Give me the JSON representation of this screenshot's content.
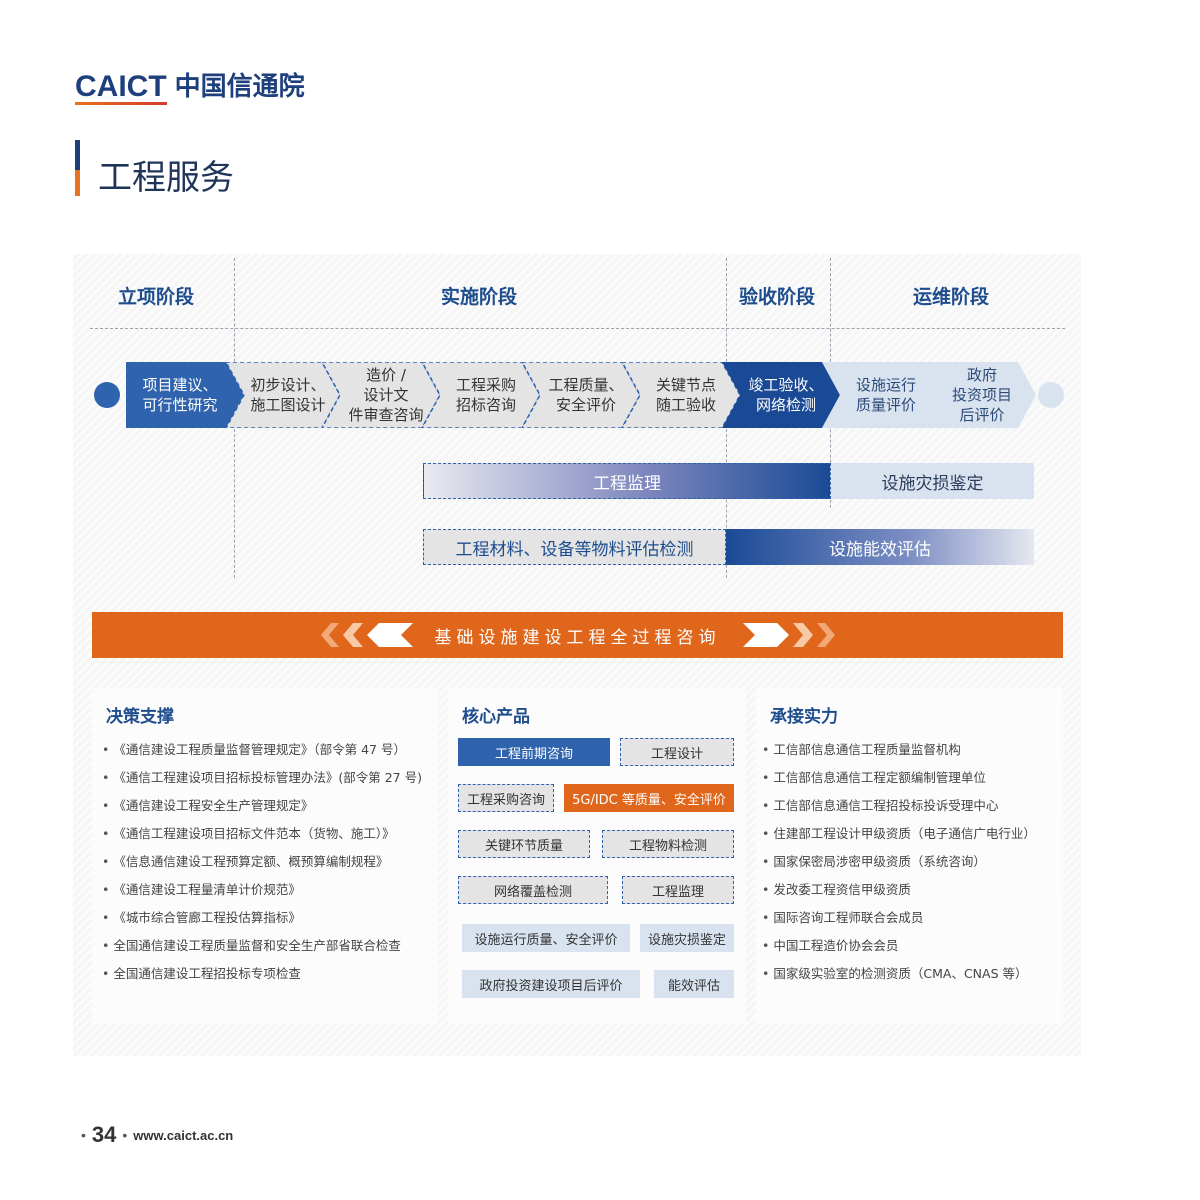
{
  "header": {
    "logo_en": "CAICT",
    "logo_cn": "中国信通院",
    "page_title": "工程服务"
  },
  "stages": [
    "立项阶段",
    "实施阶段",
    "验收阶段",
    "运维阶段"
  ],
  "process_steps": [
    "项目建议、\n可行性研究",
    "初步设计、\n施工图设计",
    "造价 /\n设计文\n件审查咨询",
    "工程采购\n招标咨询",
    "工程质量、\n安全评价",
    "关键节点\n随工验收",
    "竣工验收、\n网络检测",
    "设施运行\n质量评价",
    "政府\n投资项目\n后评价"
  ],
  "bars": {
    "supervision": "工程监理",
    "disaster": "设施灾损鉴定",
    "materials": "工程材料、设备等物料评估检测",
    "energy": "设施能效评估"
  },
  "banner": "基础设施建设工程全过程咨询",
  "decision": {
    "title": "决策支撑",
    "items": [
      "《通信建设工程质量监督管理规定》（部令第 47 号）",
      "《通信工程建设项目招标投标管理办法》(部令第 27 号)",
      "《通信建设工程安全生产管理规定》",
      "《通信工程建设项目招标文件范本（货物、施工）》",
      "《信息通信建设工程预算定额、概预算编制规程》",
      "《通信建设工程量清单计价规范》",
      "《城市综合管廊工程投估算指标》",
      "全国通信建设工程质量监督和安全生产部省联合检查",
      "全国通信建设工程招投标专项检查"
    ]
  },
  "products": {
    "title": "核心产品",
    "tags": [
      "工程前期咨询",
      "工程设计",
      "工程采购咨询",
      "5G/IDC 等质量、安全评价",
      "关键环节质量",
      "工程物料检测",
      "网络覆盖检测",
      "工程监理",
      "设施运行质量、安全评价",
      "设施灾损鉴定",
      "政府投资建设项目后评价",
      "能效评估"
    ]
  },
  "strength": {
    "title": "承接实力",
    "items": [
      "工信部信息通信工程质量监督机构",
      "工信部信息通信工程定额编制管理单位",
      "工信部信息通信工程招投标投诉受理中心",
      "住建部工程设计甲级资质（电子通信广电行业）",
      "国家保密局涉密甲级资质（系统咨询）",
      "发改委工程资信甲级资质",
      "国际咨询工程师联合会成员",
      "中国工程造价协会会员",
      "国家级实验室的检测资质（CMA、CNAS 等）"
    ]
  },
  "footer": {
    "page_number": "34",
    "url": "www.caict.ac.cn"
  },
  "colors": {
    "navy": "#1d3f7c",
    "blue": "#2f63ad",
    "orange": "#e0661b",
    "light_blue": "#d9e3f0"
  }
}
